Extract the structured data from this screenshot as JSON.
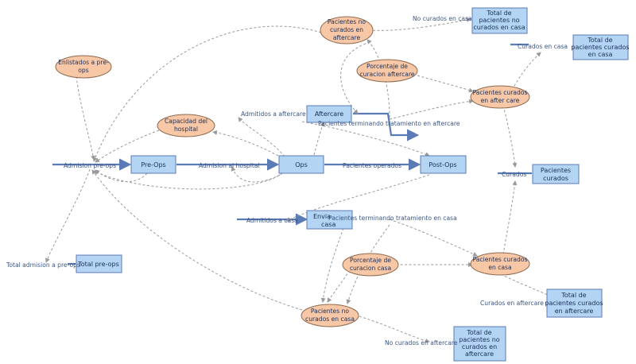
{
  "stocks": [
    {
      "id": "preops",
      "lines": [
        "Pre-Ops"
      ]
    },
    {
      "id": "ops",
      "lines": [
        "Ops"
      ]
    },
    {
      "id": "postops",
      "lines": [
        "Post-Ops"
      ]
    },
    {
      "id": "aftercare",
      "lines": [
        "Aftercare"
      ]
    },
    {
      "id": "enviacasa",
      "lines": [
        "Envia",
        "casa"
      ]
    },
    {
      "id": "tot_nocurados_casa_top",
      "lines": [
        "Total de",
        "pacientes no",
        "curados en casa"
      ]
    },
    {
      "id": "tot_curados_casa_top",
      "lines": [
        "Total de",
        "pacientes curados",
        "en casa"
      ]
    },
    {
      "id": "pac_curados",
      "lines": [
        "Pacientes",
        "curados"
      ]
    },
    {
      "id": "tot_preops",
      "lines": [
        "Total pre-ops"
      ]
    },
    {
      "id": "tot_curados_aftercare",
      "lines": [
        "Total de",
        "pacientes curados",
        "en aftercare"
      ]
    },
    {
      "id": "tot_nocurados_aftercare",
      "lines": [
        "Total de",
        "pacientes no",
        "curados en",
        "aftercare"
      ]
    }
  ],
  "auxiliaries": [
    {
      "id": "enlistados",
      "lines": [
        "Enlistados a pre-",
        "ops"
      ]
    },
    {
      "id": "capacidad",
      "lines": [
        "Capacidad del",
        "hospital"
      ]
    },
    {
      "id": "nocurados_aftercare",
      "lines": [
        "Pacientes no",
        "curados en",
        "aftercare"
      ]
    },
    {
      "id": "porc_aftercare",
      "lines": [
        "Porcentaje de",
        "curacion aftercare"
      ]
    },
    {
      "id": "curados_aftercare",
      "lines": [
        "Pacientes curados",
        "en after care"
      ]
    },
    {
      "id": "porc_casa",
      "lines": [
        "Porcentaje de",
        "curacion casa"
      ]
    },
    {
      "id": "curados_casa",
      "lines": [
        "Pacientes curados",
        "en casa"
      ]
    },
    {
      "id": "nocurados_casa",
      "lines": [
        "Pacientes no",
        "curados en casa"
      ]
    }
  ],
  "flows": [
    {
      "id": "admision_preops",
      "label": "Admision pre-ops"
    },
    {
      "id": "admision_hospital",
      "label": "Admision al hospital"
    },
    {
      "id": "pacientes_operados",
      "label": "Pacientes operados"
    },
    {
      "id": "admitidos_aftercare",
      "label": "Admitidos a aftercare"
    },
    {
      "id": "admitidos_casa",
      "label": "Admitidos a casa"
    },
    {
      "id": "terminando_aftercare",
      "label": "Pacientes terminando tratamiento en aftercare"
    },
    {
      "id": "terminando_casa",
      "label": "Pacientes terminando tratamiento en casa"
    },
    {
      "id": "nocurados_casa_flow",
      "label": "No curados en casa"
    },
    {
      "id": "curados_casa_flow",
      "label": "Curados en casa"
    },
    {
      "id": "curados_flow",
      "label": "Curados"
    },
    {
      "id": "total_admision_preops",
      "label": "Total admision a pre-ops"
    },
    {
      "id": "curados_aftercare_flow",
      "label": "Curados en aftercare"
    },
    {
      "id": "nocurados_aftercare_flow",
      "label": "No curados en aftercare"
    }
  ],
  "colors": {
    "stock_fill": "#b3d4f3",
    "stock_border": "#5b7bb6",
    "aux_fill": "#f7c7a6",
    "aux_border": "#8c6a50",
    "arrow": "#9a9a9a",
    "pipe": "#5b7bb6",
    "text": "#1a2f5a"
  }
}
